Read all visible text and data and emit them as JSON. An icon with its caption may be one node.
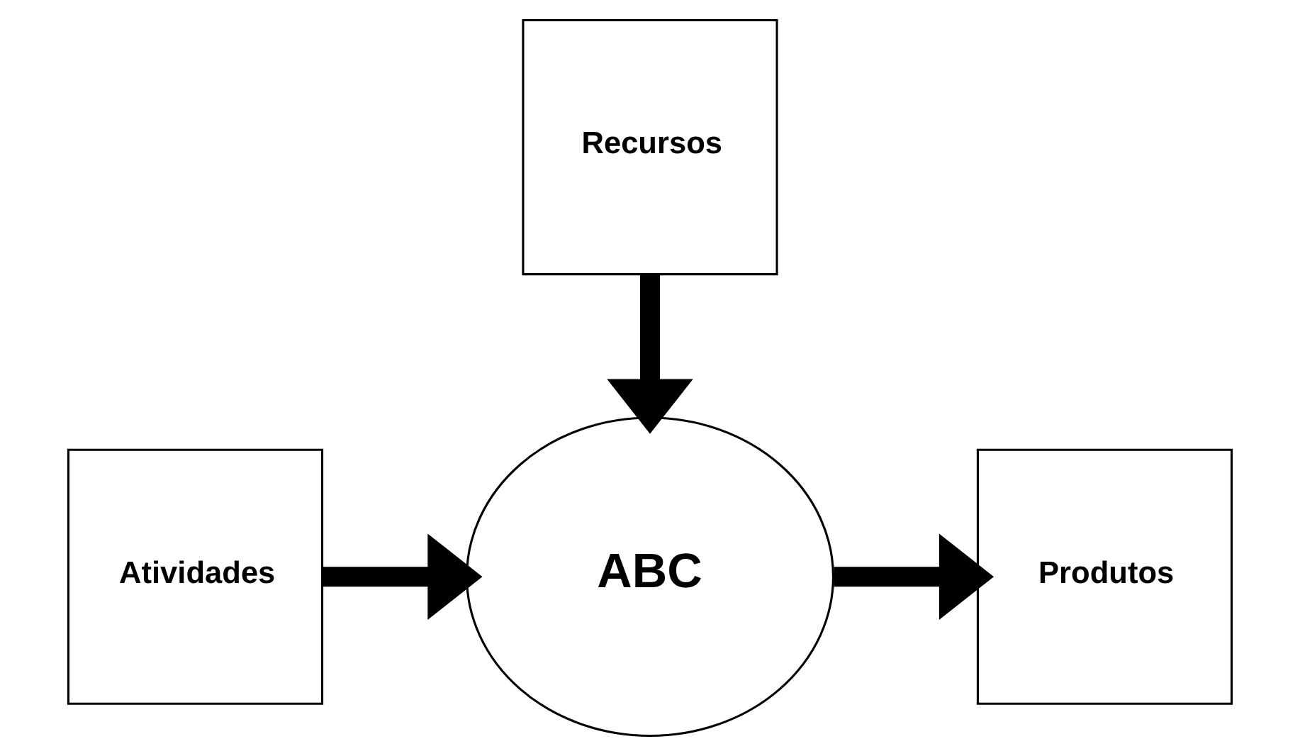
{
  "diagram": {
    "nodes": [
      {
        "text": [
          "Recursos"
        ]
      },
      {
        "text": [
          "Atividades"
        ]
      },
      {
        "text": [
          "ABC"
        ]
      },
      {
        "text": [
          "Produtos"
        ]
      }
    ],
    "edges": [
      {
        "from": 0,
        "to": 2,
        "arrow": "to"
      },
      {
        "from": 1,
        "to": 2,
        "arrow": "to"
      },
      {
        "from": 2,
        "to": 3,
        "arrow": "to"
      }
    ]
  }
}
